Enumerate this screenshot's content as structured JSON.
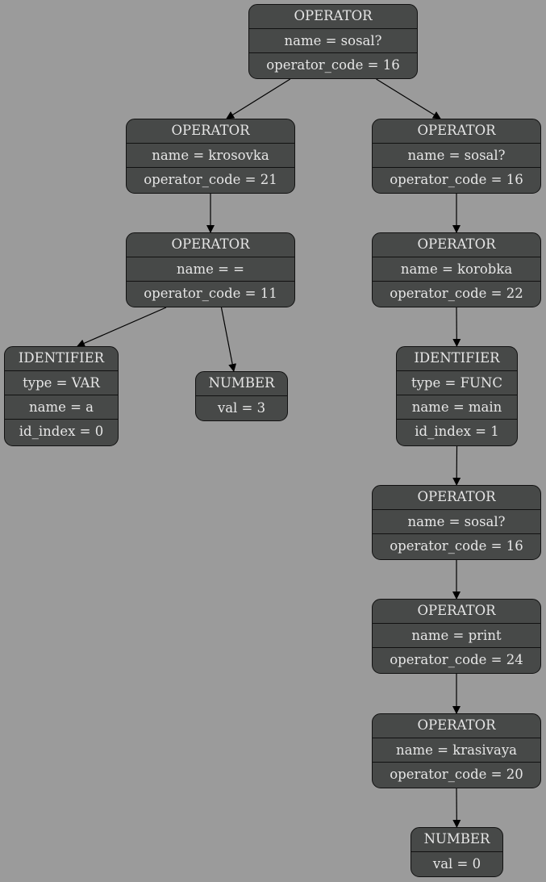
{
  "nodes": {
    "root": [
      "OPERATOR",
      "name = sosal?",
      "operator_code = 16"
    ],
    "krosovka": [
      "OPERATOR",
      "name = krosovka",
      "operator_code = 21"
    ],
    "assign": [
      "OPERATOR",
      "name = =",
      "operator_code = 11"
    ],
    "ident_a": [
      "IDENTIFIER",
      "type = VAR",
      "name = a",
      "id_index = 0"
    ],
    "num_3": [
      "NUMBER",
      "val = 3"
    ],
    "sosal_2": [
      "OPERATOR",
      "name = sosal?",
      "operator_code = 16"
    ],
    "korobka": [
      "OPERATOR",
      "name = korobka",
      "operator_code = 22"
    ],
    "ident_main": [
      "IDENTIFIER",
      "type = FUNC",
      "name = main",
      "id_index = 1"
    ],
    "sosal_3": [
      "OPERATOR",
      "name = sosal?",
      "operator_code = 16"
    ],
    "print": [
      "OPERATOR",
      "name = print",
      "operator_code = 24"
    ],
    "krasivaya": [
      "OPERATOR",
      "name = krasivaya",
      "operator_code = 20"
    ],
    "num_0": [
      "NUMBER",
      "val = 0"
    ]
  },
  "edges": [
    [
      "root",
      "krosovka"
    ],
    [
      "root",
      "sosal_2"
    ],
    [
      "krosovka",
      "assign"
    ],
    [
      "assign",
      "ident_a"
    ],
    [
      "assign",
      "num_3"
    ],
    [
      "sosal_2",
      "korobka"
    ],
    [
      "korobka",
      "ident_main"
    ],
    [
      "ident_main",
      "sosal_3"
    ],
    [
      "sosal_3",
      "print"
    ],
    [
      "print",
      "krasivaya"
    ],
    [
      "krasivaya",
      "num_0"
    ]
  ],
  "colors": {
    "background": "#9b9b9b",
    "node_fill": "#474948",
    "node_border": "#111111",
    "node_text": "#e6e6e6",
    "edge": "#000000"
  }
}
